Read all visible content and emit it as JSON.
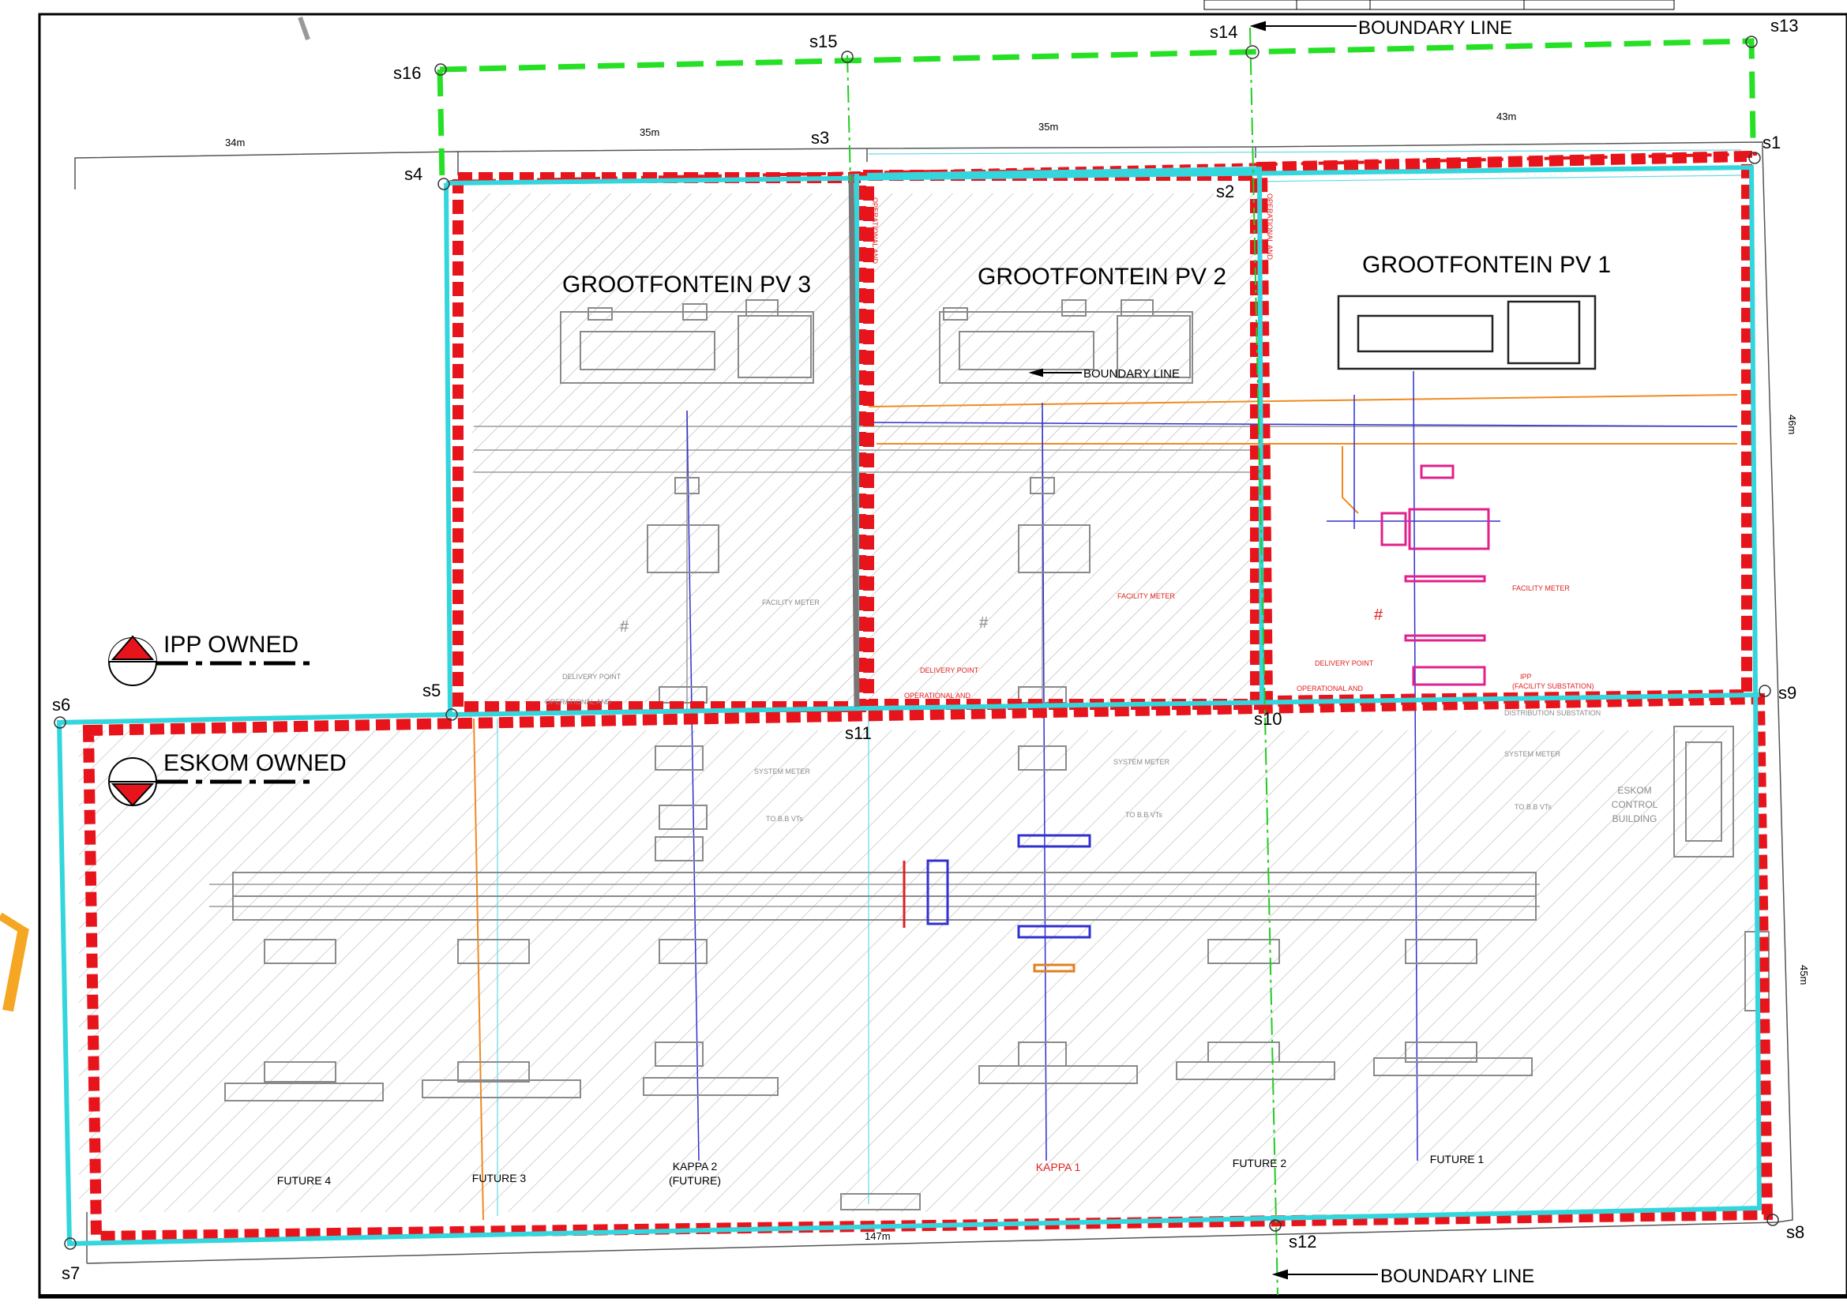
{
  "colors": {
    "ipp_boundary": "#e8141c",
    "eskom_boundary": "#33d6dc",
    "site_boundary": "#26e026",
    "boundary_line": "#22cc22",
    "hatch": "#b0b0b0",
    "equipment_magenta": "#e0208c",
    "equipment_blue": "#2020d0",
    "cable_orange": "#f08a20"
  },
  "titles": {
    "pv1": "GROOTFONTEIN PV 1",
    "pv2": "GROOTFONTEIN PV 2",
    "pv3": "GROOTFONTEIN PV 3"
  },
  "legend": {
    "ipp": "IPP OWNED",
    "eskom": "ESKOM OWNED"
  },
  "boundary_labels": {
    "top": "BOUNDARY LINE",
    "bottom": "BOUNDARY LINE",
    "inner": "BOUNDARY LINE"
  },
  "survey_points": [
    "s1",
    "s2",
    "s3",
    "s4",
    "s5",
    "s6",
    "s7",
    "s8",
    "s9",
    "s10",
    "s11",
    "s12",
    "s13",
    "s14",
    "s15",
    "s16"
  ],
  "dimensions": {
    "d34": "34m",
    "d35a": "35m",
    "d35b": "35m",
    "d43": "43m",
    "d46": "46m",
    "d45": "45m",
    "d147": "147m"
  },
  "annotations": {
    "facility_meter_1": "FACILITY METER",
    "facility_meter_2": "FACILITY METER",
    "facility_meter_3": "FACILITY METER",
    "delivery_point_1": "DELIVERY POINT",
    "delivery_point_2": "DELIVERY POINT",
    "delivery_point_3": "DELIVERY POINT",
    "operational_and_1": "OPERATIONAL AND",
    "operational_and_2": "OPERATIONAL AND",
    "operational_and_3": "OPERATIONAL AND",
    "ipp_substation_1": "IPP",
    "ipp_substation_2": "(FACILITY SUBSTATION)",
    "distribution_substation": "DISTRIBUTION SUBSTATION",
    "system_meter_1": "SYSTEM METER",
    "system_meter_2": "SYSTEM METER",
    "system_meter_3": "SYSTEM METER",
    "to_vts_1": "TO B.B VTs",
    "to_vts_2": "TO B.B VTs",
    "to_vts_3": "TO B.B VTs",
    "eskom_building_1": "ESKOM",
    "eskom_building_2": "CONTROL",
    "eskom_building_3": "BUILDING",
    "vertical_op_1": "OPERATIONAL AND",
    "vertical_op_2": "OPERATIONAL AND",
    "hash_1": "#",
    "hash_2": "#",
    "hash_3": "#"
  },
  "bays": {
    "future4": "FUTURE 4",
    "future3": "FUTURE 3",
    "kappa2_1": "KAPPA 2",
    "kappa2_2": "(FUTURE)",
    "kappa1": "KAPPA 1",
    "future2": "FUTURE 2",
    "future1": "FUTURE 1"
  }
}
